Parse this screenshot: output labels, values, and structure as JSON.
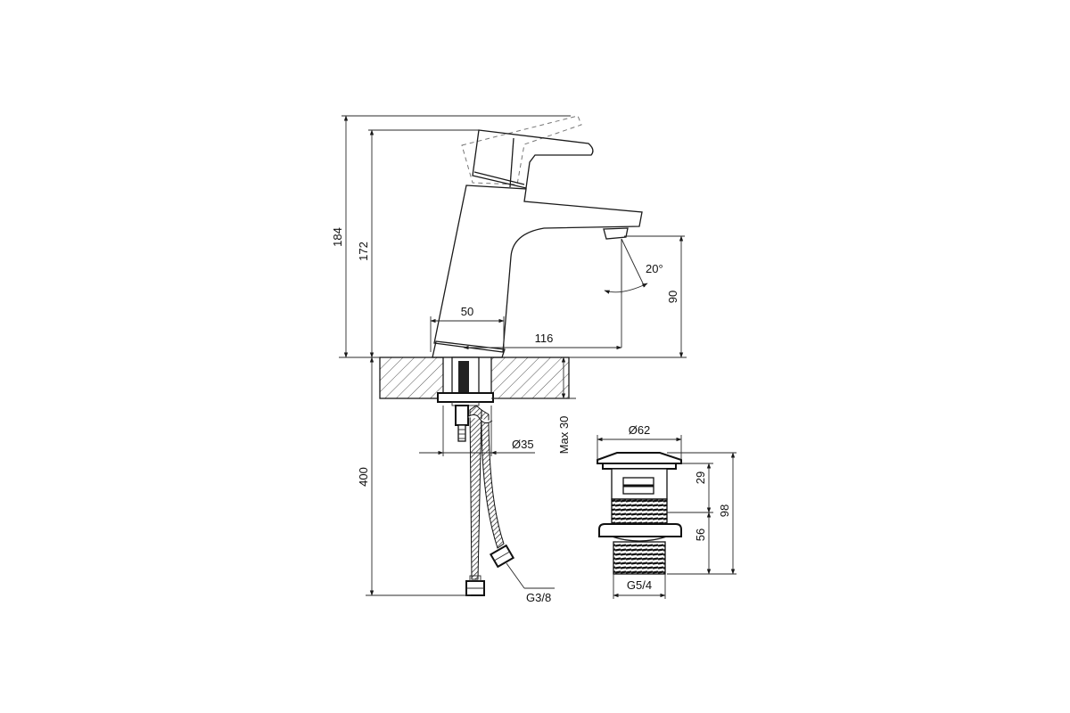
{
  "dimensions": {
    "total_height": "184",
    "faucet_height": "172",
    "under_counter_length": "400",
    "handle_angle": "20°",
    "spout_clearance": "90",
    "base_width": "50",
    "spout_reach": "116",
    "mounting_hole_diameter": "Ø35",
    "max_counter_thickness": "Max 30",
    "hose_connection_thread": "G3/8",
    "drain_head_diameter": "Ø62",
    "drain_upper_height": "29",
    "drain_total_height": "98",
    "drain_thread_height": "56",
    "drain_thread": "G5/4"
  }
}
